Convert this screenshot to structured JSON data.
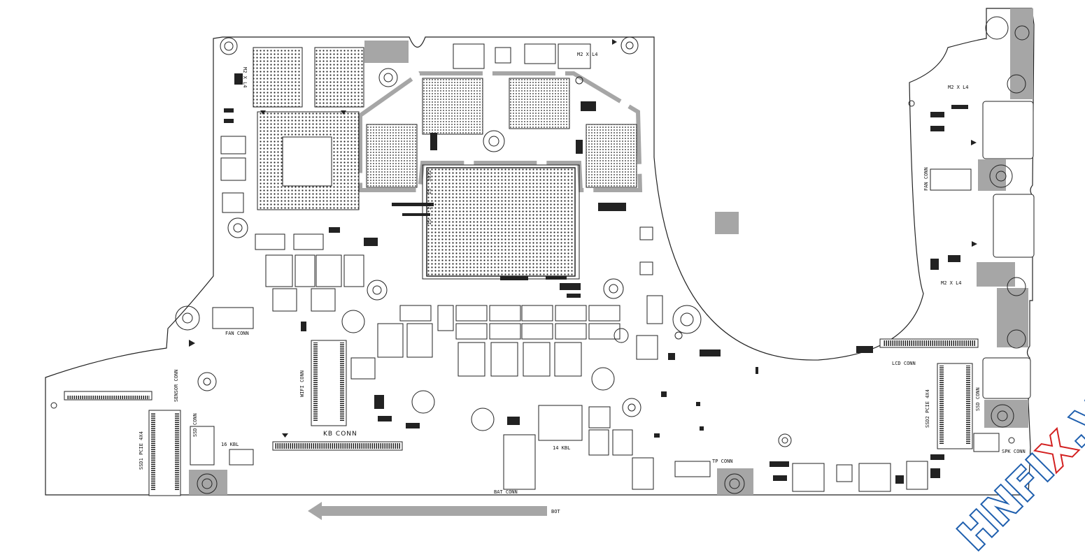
{
  "board": {
    "outline_color": "#222222",
    "shade_color": "#a6a6a6",
    "labels": {
      "m2_x_l4_a": "M2 X L4",
      "m2_x_l4_b": "M2 X L4",
      "m2_x_l4_c": "M2 X L4",
      "m2_x_l4_d": "M2 X L4",
      "fan_conn_left": "FAN CONN",
      "fan_conn_right": "FAN CONN",
      "wifi_conn": "WIFI CONN",
      "kb_conn": "KB CONN",
      "bat_conn": "BAT CONN",
      "kbl_16": "16 KBL",
      "kbl_14": "14 KBL",
      "tp_conn": "TP CONN",
      "lcd_conn": "LCD CONN",
      "spk_conn": "SPK CONN",
      "ssd1_pcie": "SSD1 PCIE 4X4",
      "ssd2_pcie": "SSD2 PCIE 4X4",
      "ssd_conn_left": "SSD CONN",
      "ssd_conn_right": "SSD CONN",
      "sensor_conn": "SENSOR CONN",
      "bot": "BOT",
      "scale_a": "15",
      "scale_b": "20",
      "scale_c": "25",
      "scale_d": "3032"
    }
  },
  "watermark": {
    "part1": "HNFI",
    "part2": "X",
    "part3": ".VN",
    "blue": "#1f5fae",
    "red": "#d32020"
  }
}
